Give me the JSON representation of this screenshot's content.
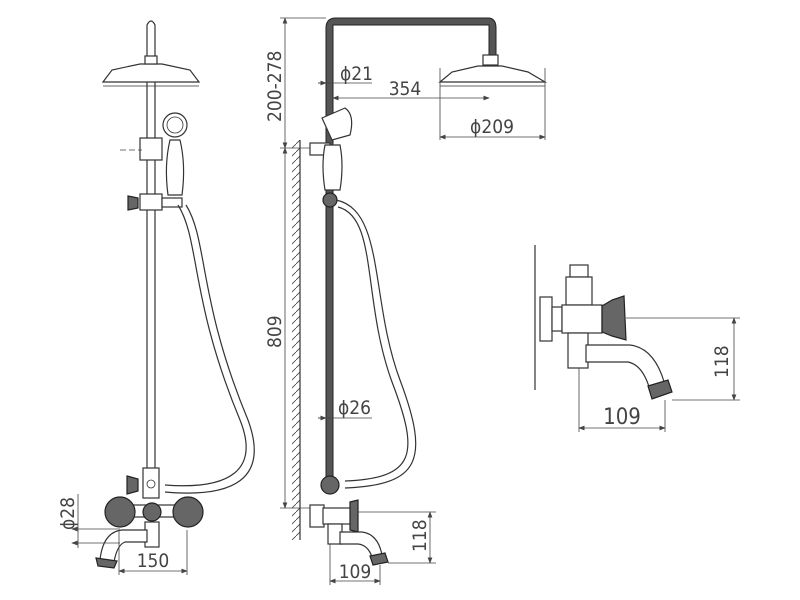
{
  "dimensions": {
    "arm_height": "200-278",
    "arm_diameter": "ϕ21",
    "arm_length": "354",
    "head_diameter": "ϕ209",
    "column_height": "809",
    "column_diameter": "ϕ26",
    "inlet_diameter": "ϕ28",
    "inlet_spacing": "150",
    "side_spout_height": "118",
    "side_spout_length": "109",
    "detail_spout_height": "118",
    "detail_spout_length": "109"
  },
  "colors": {
    "line": "#333333",
    "pipe": "#555555"
  }
}
